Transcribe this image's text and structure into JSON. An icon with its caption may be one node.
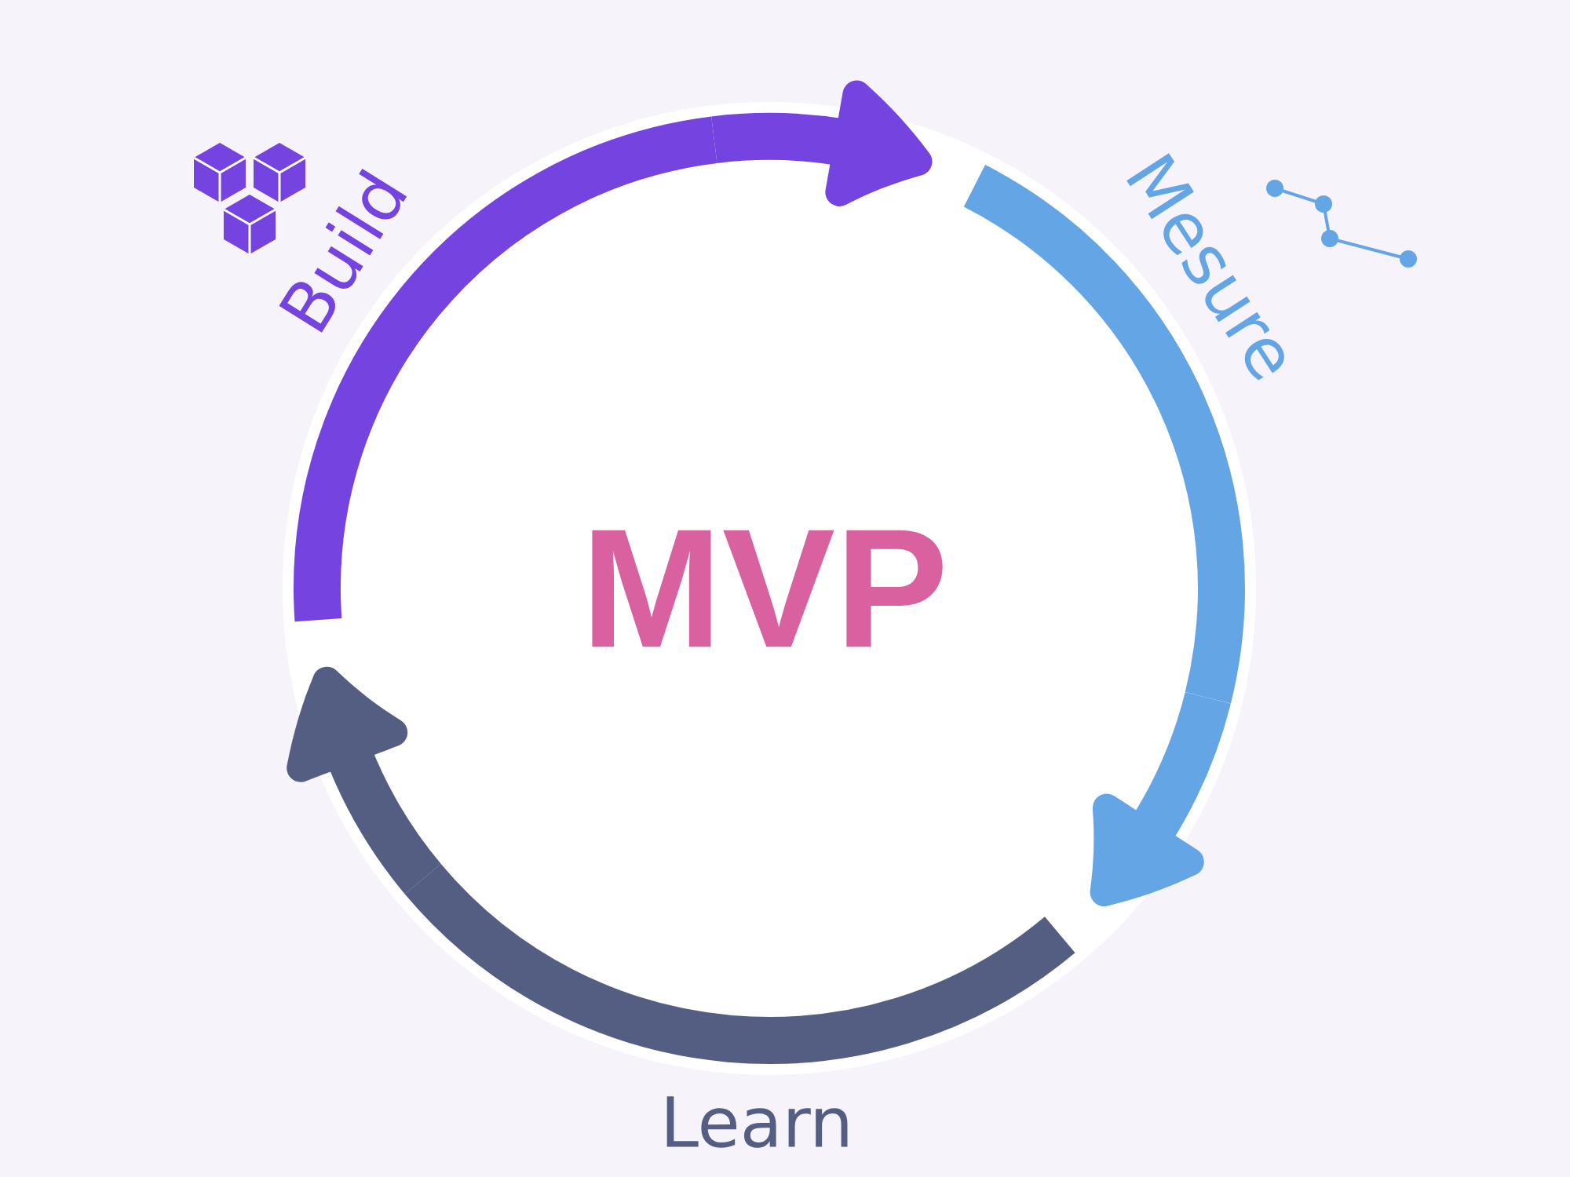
{
  "diagram": {
    "nodes": [
      {
        "text": [
          "Build"
        ]
      },
      {
        "text": [
          "Mesure"
        ]
      },
      {
        "text": [
          "MVP"
        ]
      },
      {
        "text": [
          "Learn"
        ]
      }
    ],
    "edges": [
      {
        "from": 0,
        "to": 1,
        "arrow": "to",
        "color": "#7443e0"
      },
      {
        "from": 1,
        "to": 3,
        "arrow": "to",
        "color": "#64a5e6"
      },
      {
        "from": 3,
        "to": 0,
        "arrow": "to",
        "color": "#545e82"
      }
    ]
  }
}
